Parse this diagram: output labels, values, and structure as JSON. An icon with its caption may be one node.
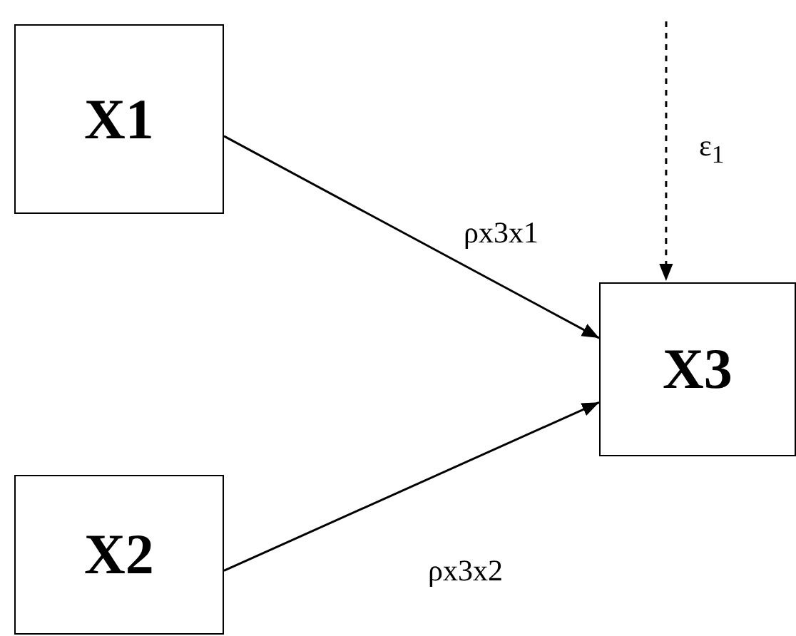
{
  "diagram": {
    "nodes": [
      {
        "text": [
          "X1"
        ]
      },
      {
        "text": [
          "X2"
        ]
      },
      {
        "text": [
          "X3"
        ]
      }
    ],
    "edges": [
      {
        "from": 0,
        "to": 2,
        "arrow": "to",
        "label": "ρx3x1"
      },
      {
        "from": 1,
        "to": 2,
        "arrow": "to",
        "label": "ρx3x2"
      },
      {
        "from": null,
        "to": 2,
        "arrow": "to",
        "style": "dashed",
        "label": "ε$_{1}$"
      }
    ]
  }
}
